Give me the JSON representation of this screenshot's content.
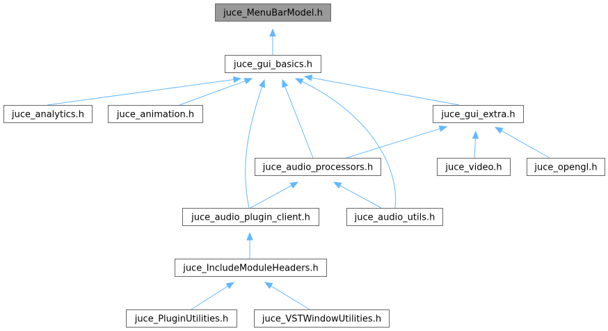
{
  "graph": {
    "edge_color": "#63b8ff",
    "root_fill": "#999999",
    "node_fill": "#ffffff",
    "nodes": [
      {
        "id": "menubar",
        "label": "juce_MenuBarModel.h",
        "highlighted": true
      },
      {
        "id": "gui_basics",
        "label": "juce_gui_basics.h"
      },
      {
        "id": "analytics",
        "label": "juce_analytics.h"
      },
      {
        "id": "animation",
        "label": "juce_animation.h"
      },
      {
        "id": "gui_extra",
        "label": "juce_gui_extra.h"
      },
      {
        "id": "audio_processors",
        "label": "juce_audio_processors.h"
      },
      {
        "id": "video",
        "label": "juce_video.h"
      },
      {
        "id": "opengl",
        "label": "juce_opengl.h"
      },
      {
        "id": "audio_plugin_client",
        "label": "juce_audio_plugin_client.h"
      },
      {
        "id": "audio_utils",
        "label": "juce_audio_utils.h"
      },
      {
        "id": "include_module_headers",
        "label": "juce_IncludeModuleHeaders.h"
      },
      {
        "id": "plugin_utilities",
        "label": "juce_PluginUtilities.h"
      },
      {
        "id": "vst_window_utilities",
        "label": "juce_VSTWindowUtilities.h"
      }
    ],
    "edges": [
      {
        "from": "gui_basics",
        "to": "menubar"
      },
      {
        "from": "analytics",
        "to": "gui_basics"
      },
      {
        "from": "animation",
        "to": "gui_basics"
      },
      {
        "from": "gui_extra",
        "to": "gui_basics"
      },
      {
        "from": "audio_processors",
        "to": "gui_basics"
      },
      {
        "from": "audio_plugin_client",
        "to": "gui_basics"
      },
      {
        "from": "audio_utils",
        "to": "gui_basics"
      },
      {
        "from": "audio_processors",
        "to": "gui_extra"
      },
      {
        "from": "video",
        "to": "gui_extra"
      },
      {
        "from": "opengl",
        "to": "gui_extra"
      },
      {
        "from": "audio_plugin_client",
        "to": "audio_processors"
      },
      {
        "from": "audio_utils",
        "to": "audio_processors"
      },
      {
        "from": "include_module_headers",
        "to": "audio_plugin_client"
      },
      {
        "from": "plugin_utilities",
        "to": "include_module_headers"
      },
      {
        "from": "vst_window_utilities",
        "to": "include_module_headers"
      }
    ]
  }
}
